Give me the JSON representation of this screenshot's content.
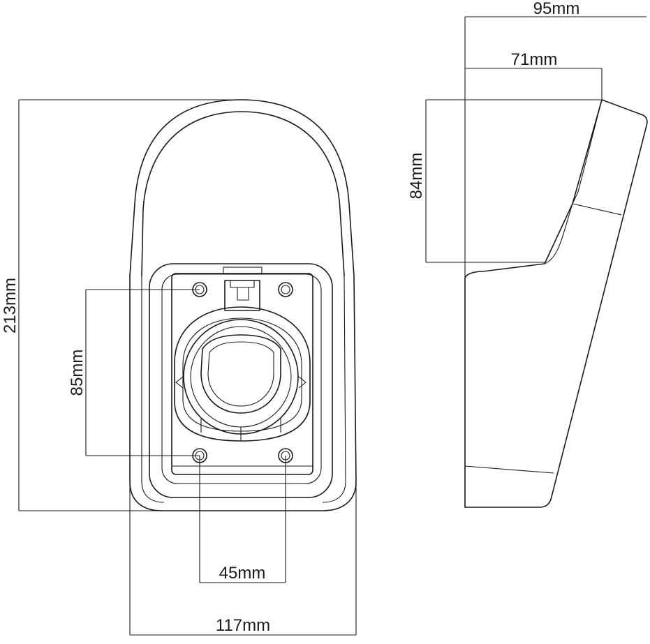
{
  "dimensions": {
    "top_width": "95mm",
    "top_depth": "71mm",
    "side_height": "84mm",
    "total_height": "213mm",
    "hole_vertical": "85mm",
    "hole_horizontal": "45mm",
    "total_width": "117mm"
  },
  "colors": {
    "stroke": "#1a1a1a",
    "background": "#ffffff"
  }
}
